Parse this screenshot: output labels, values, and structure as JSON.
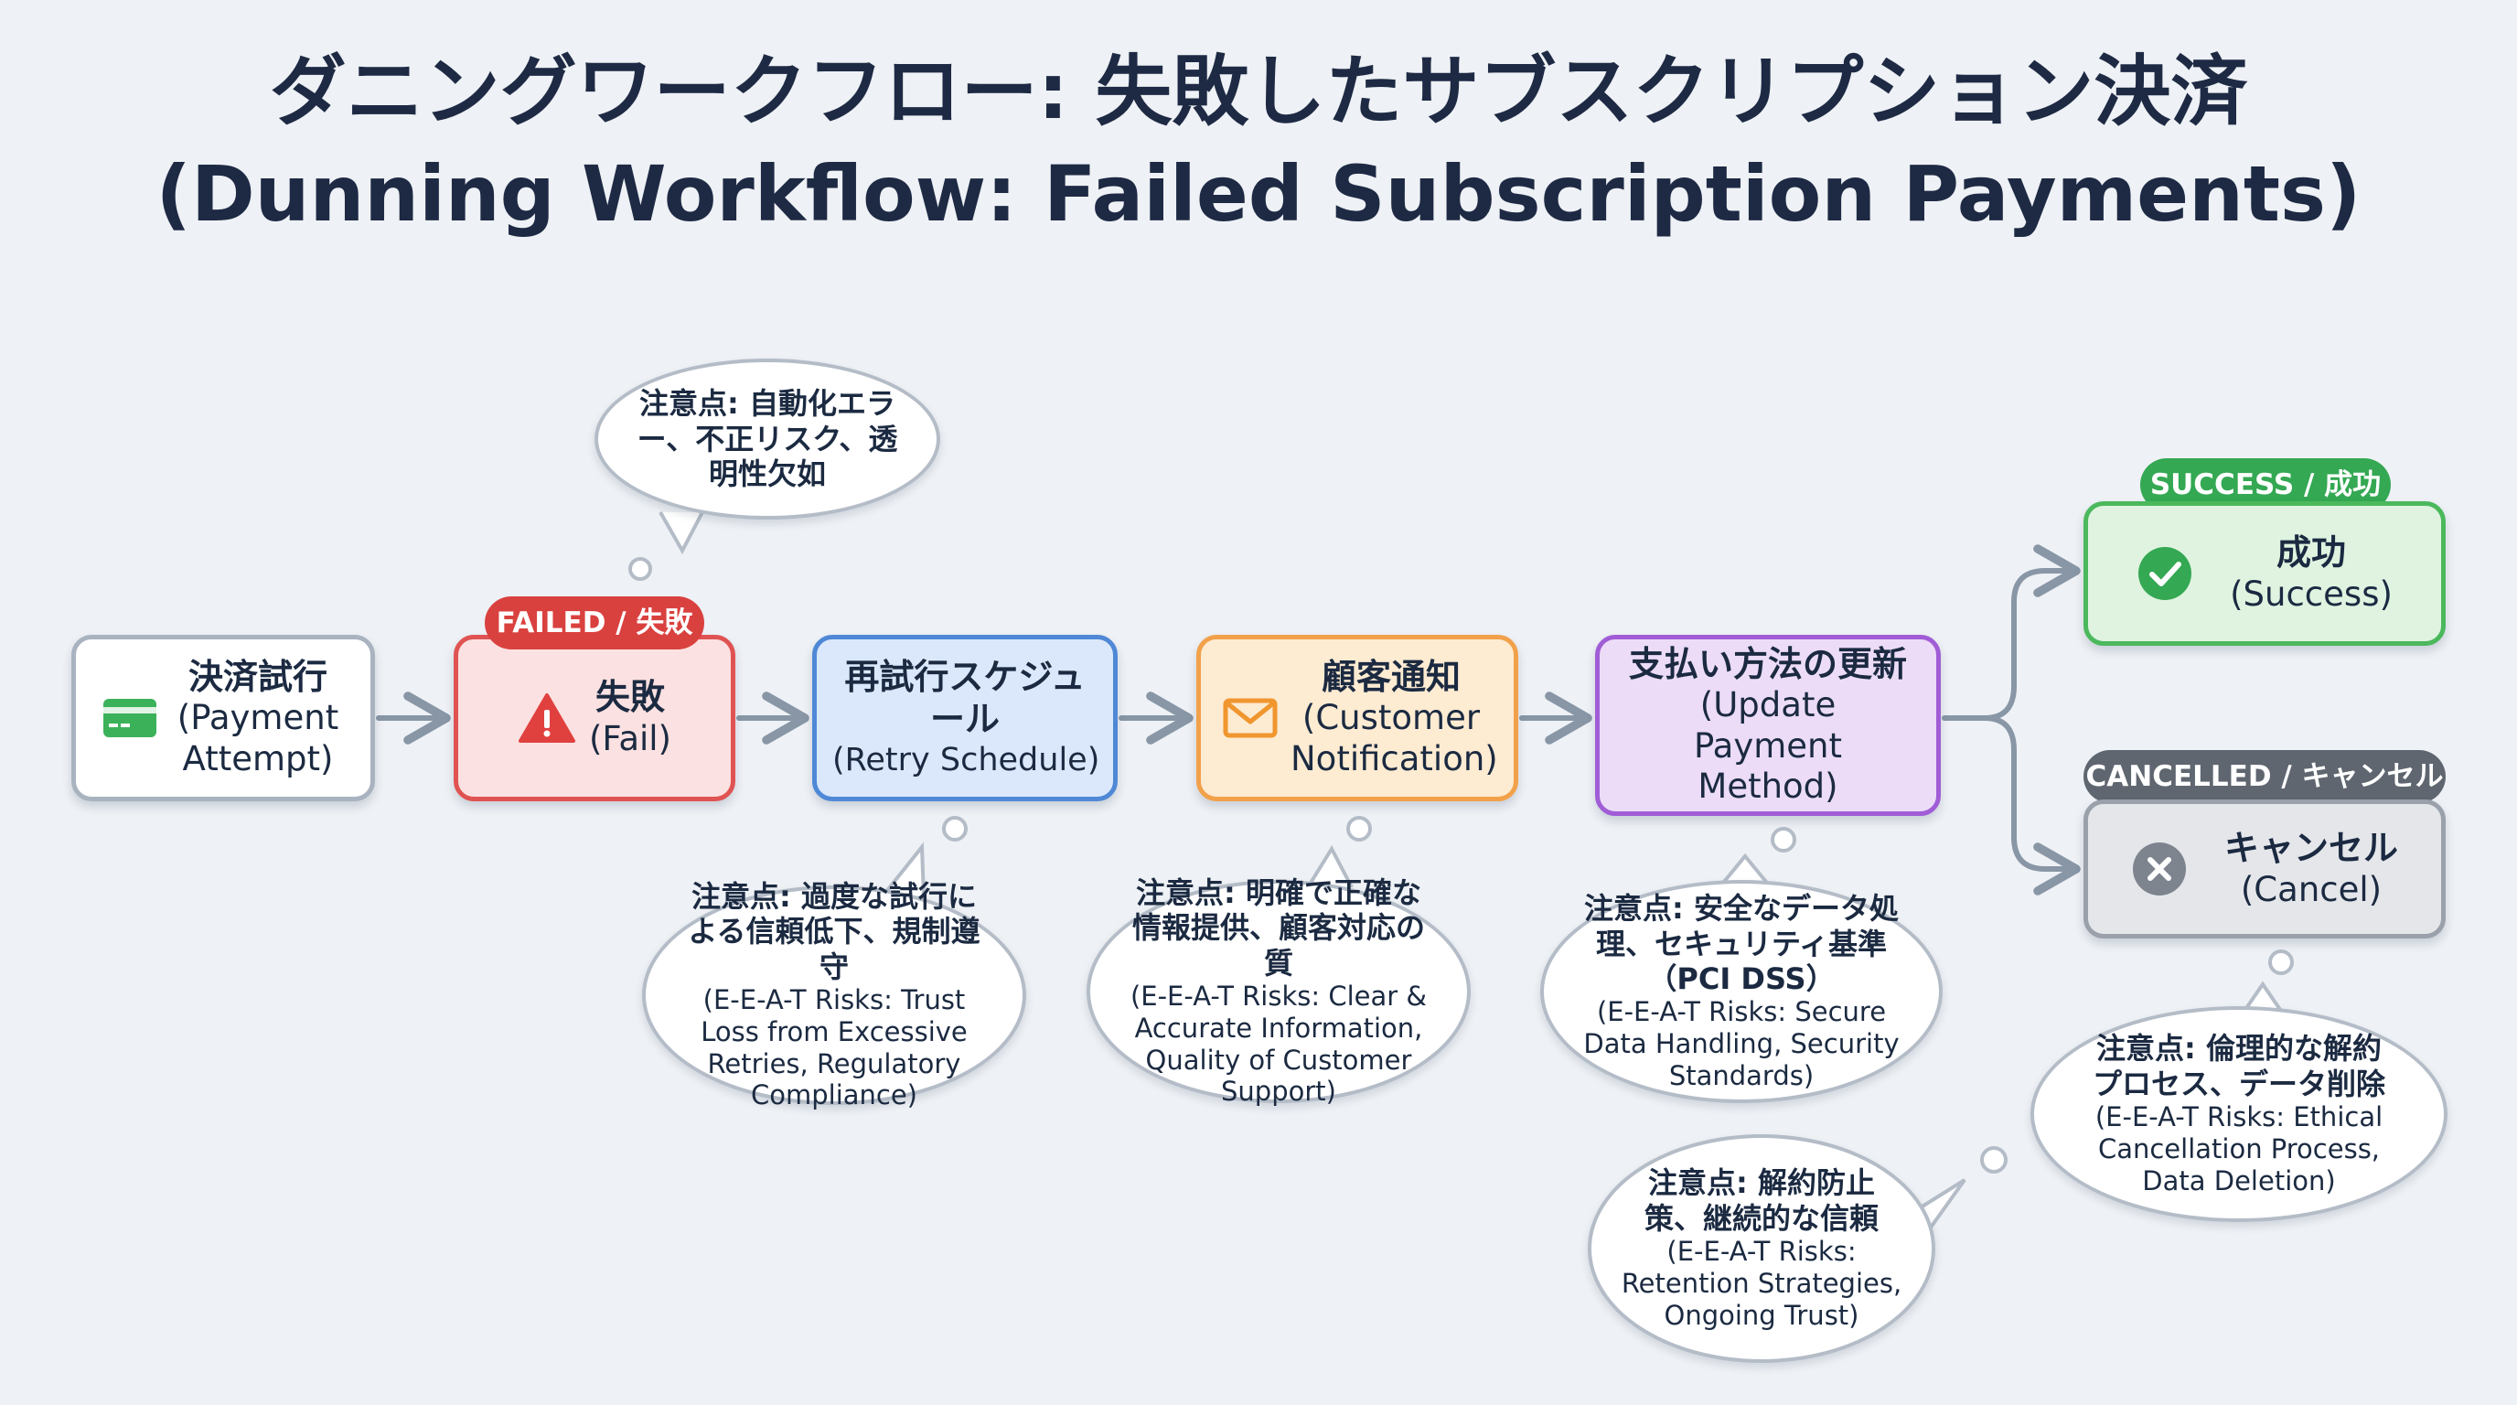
{
  "title": {
    "ja": "ダニングワークフロー: 失敗したサブスクリプション決済",
    "en": "(Dunning Workflow: Failed Subscription Payments)"
  },
  "colors": {
    "arrow": "#8896a6",
    "failed": "#e05353",
    "retry": "#4f88d6",
    "notify": "#f2a14a",
    "update": "#a05dd6",
    "success": "#4bb85c",
    "cancel": "#9aa1ab"
  },
  "nodes": {
    "attempt": {
      "ja": "決済試行",
      "en": "(Payment Attempt)",
      "icon": "credit-card-icon"
    },
    "fail": {
      "ja": "失敗",
      "en": "(Fail)",
      "icon": "warning-icon",
      "badge": "FAILED / 失敗"
    },
    "retry": {
      "ja": "再試行スケジュール",
      "en": "(Retry Schedule)"
    },
    "notify": {
      "ja": "顧客通知",
      "en": "(Customer Notification)",
      "icon": "mail-icon"
    },
    "update": {
      "ja": "支払い方法の更新",
      "en": "(Update Payment Method)"
    },
    "success": {
      "ja": "成功",
      "en": "(Success)",
      "icon": "check-icon",
      "badge": "SUCCESS / 成功"
    },
    "cancel": {
      "ja": "キャンセル",
      "en": "(Cancel)",
      "icon": "close-icon",
      "badge": "CANCELLED / キャンセル"
    }
  },
  "callouts": {
    "fail": {
      "ja": "注意点: 自動化エラー、不正リスク、透明性欠如",
      "en": ""
    },
    "retry": {
      "ja": "注意点: 過度な試行による信頼低下、規制遵守",
      "en": "(E-E-A-T Risks: Trust Loss from Excessive Retries, Regulatory Compliance)"
    },
    "notify": {
      "ja": "注意点: 明確で正確な情報提供、顧客対応の質",
      "en": "(E-E-A-T Risks: Clear & Accurate Information, Quality of Customer Support)"
    },
    "update": {
      "ja": "注意点: 安全なデータ処理、セキュリティ基準（PCI DSS）",
      "en": "(E-E-A-T Risks: Secure Data Handling, Security Standards)"
    },
    "retention": {
      "ja": "注意点: 解約防止策、継続的な信頼",
      "en": "(E-E-A-T Risks: Retention Strategies, Ongoing Trust)"
    },
    "cancel": {
      "ja": "注意点: 倫理的な解約プロセス、データ削除",
      "en": "(E-E-A-T Risks: Ethical Cancellation Process, Data Deletion)"
    }
  }
}
